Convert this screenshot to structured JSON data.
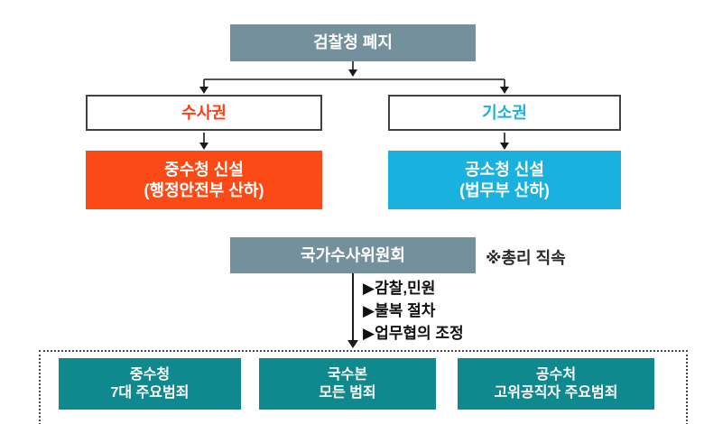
{
  "diagram": {
    "root": {
      "label": "검찰청 폐지"
    },
    "branches": {
      "left": {
        "power_label": "수사권",
        "agency_line1": "중수청 신설",
        "agency_line2": "(행정안전부 산하)"
      },
      "right": {
        "power_label": "기소권",
        "agency_line1": "공소청 신설",
        "agency_line2": "(법무부 산하)"
      }
    },
    "committee": {
      "label": "국가수사위원회",
      "note": "※총리 직속"
    },
    "functions": [
      "▶감찰,민원",
      "▶불복 절차",
      "▶업무협의 조정"
    ],
    "agencies": [
      {
        "line1": "중수청",
        "line2": "7대 주요범죄"
      },
      {
        "line1": "국수본",
        "line2": "모든 범죄"
      },
      {
        "line1": "공수처",
        "line2": "고위공직자 주요범죄"
      }
    ],
    "colors": {
      "header_gray": "#74909c",
      "orange": "#fb4a16",
      "cyan": "#1ab1de",
      "teal": "#0f898d",
      "investigation_text": "#fb3f17",
      "prosecution_text": "#1ab1de",
      "line": "#1a1a1a",
      "border_dark": "#404040",
      "dashed_border": "#4a4a4a"
    }
  }
}
